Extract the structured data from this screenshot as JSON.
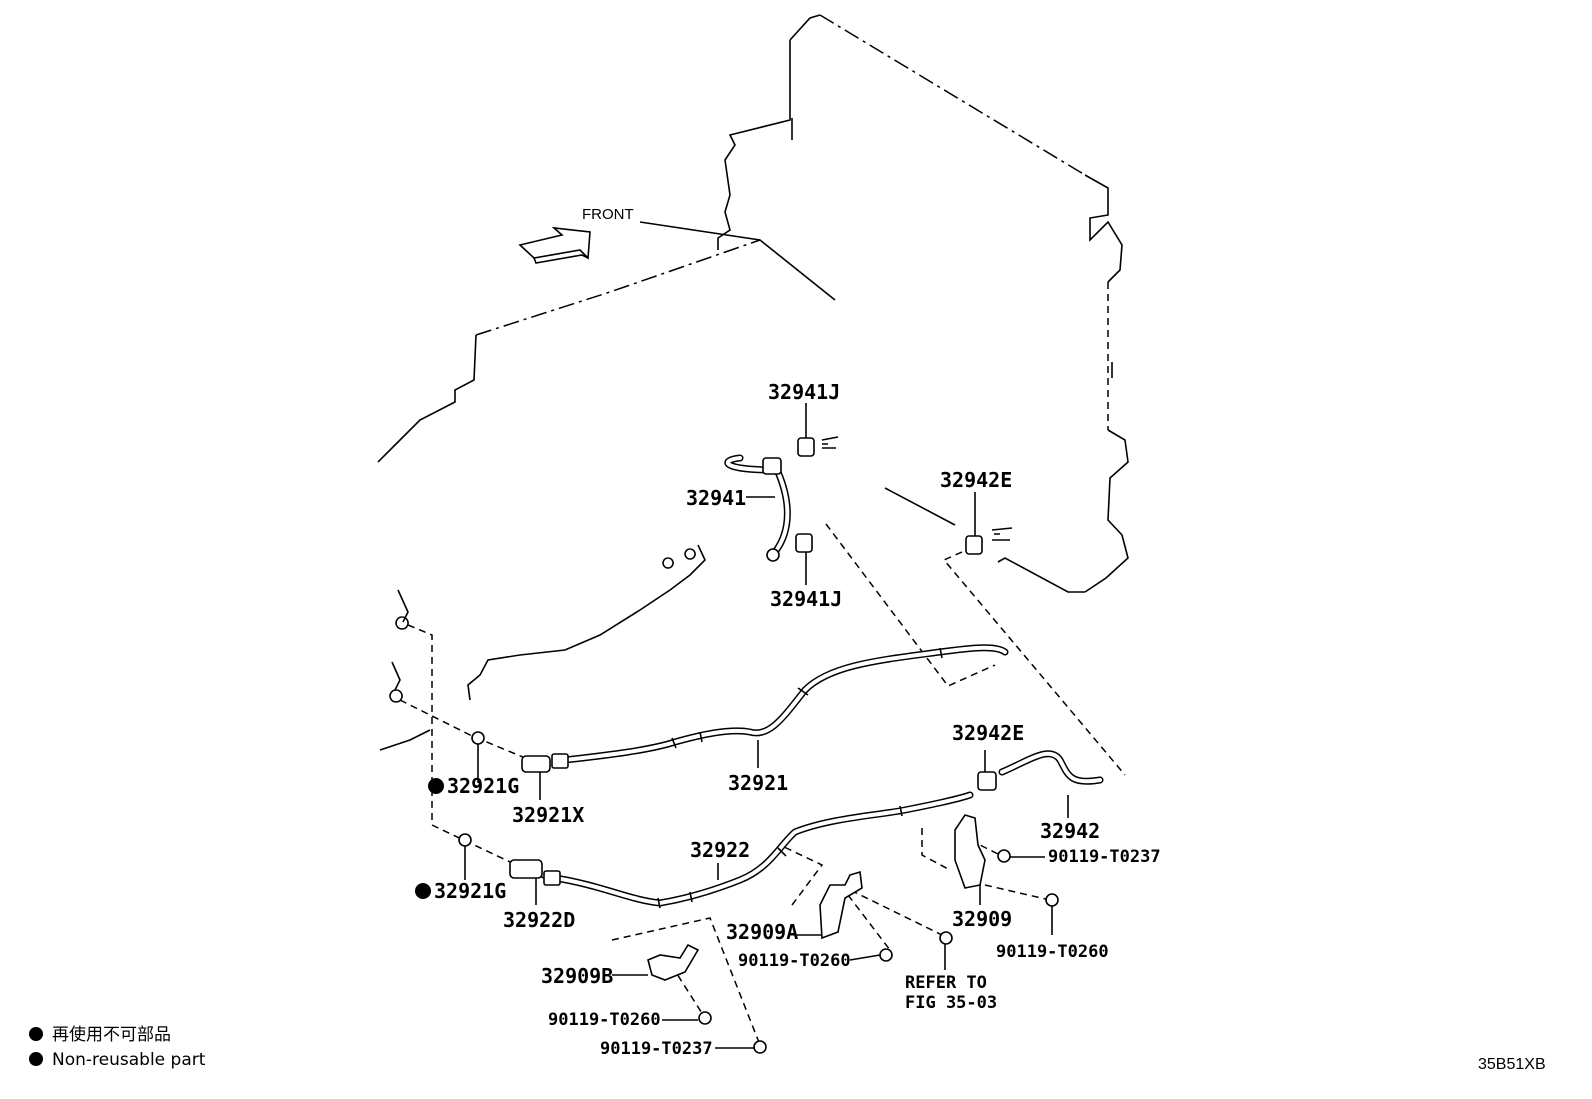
{
  "diagram_code": "35B51XB",
  "front_label": "FRONT",
  "legend": {
    "line_jp": "再使用不可部品",
    "line_en": "Non-reusable part"
  },
  "part_labels": {
    "p32941J_top": "32941J",
    "p32941": "32941",
    "p32941J_bottom": "32941J",
    "p32942E_top": "32942E",
    "p32942E_bottom": "32942E",
    "p32942": "32942",
    "p32921G_top": "32921G",
    "p32921X": "32921X",
    "p32921": "32921",
    "p32922": "32922",
    "p32921G_bottom": "32921G",
    "p32922D": "32922D",
    "p32909A": "32909A",
    "p32909B": "32909B",
    "p32909": "32909",
    "bolt_t0237_right": "90119-T0237",
    "bolt_t0260_right": "90119-T0260",
    "bolt_t0260_mid": "90119-T0260",
    "bolt_t0260_left": "90119-T0260",
    "bolt_t0237_bottom": "90119-T0237",
    "refer_line1": "REFER TO",
    "refer_line2": "FIG 35-03"
  },
  "non_reusable_marks": [
    "32921G",
    "32921G"
  ]
}
